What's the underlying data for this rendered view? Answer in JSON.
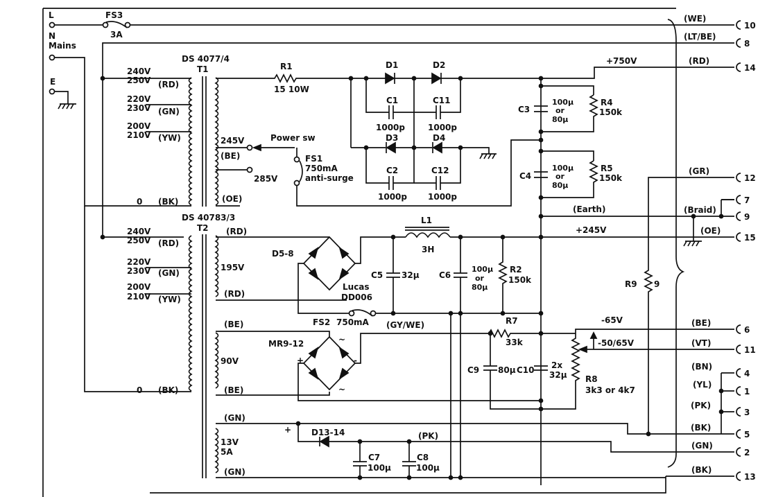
{
  "mains": {
    "L": "L",
    "N": "N",
    "mains": "Mains",
    "E": "E"
  },
  "fs3": {
    "ref": "FS3",
    "value": "3A"
  },
  "t1": {
    "part": "DS 4077/4",
    "ref": "T1",
    "taps": [
      "240V",
      "250V",
      "220V",
      "230V",
      "200V",
      "210V",
      "0"
    ],
    "colors": [
      "(RD)",
      "(GN)",
      "(YW)",
      "(BK)"
    ],
    "sec_245": "245V",
    "sec_285": "285V",
    "sec_be": "(BE)",
    "sec_oe": "(OE)"
  },
  "t2": {
    "part": "DS 40783/3",
    "ref": "T2",
    "taps": [
      "240V",
      "250V",
      "220V",
      "230V",
      "200V",
      "210V",
      "0"
    ],
    "colors": [
      "(RD)",
      "(GN)",
      "(YW)",
      "(BK)"
    ],
    "sec_rd1": "(RD)",
    "sec_195": "195V",
    "sec_rd2": "(RD)",
    "sec_be1": "(BE)",
    "sec_90": "90V",
    "sec_be2": "(BE)",
    "sec_gn1": "(GN)",
    "sec_13v": "13V",
    "sec_5a": "5A",
    "sec_gn2": "(GN)"
  },
  "power_sw": "Power sw",
  "fs1": {
    "ref": "FS1",
    "value": "750mA",
    "type": "anti-surge"
  },
  "r1": {
    "ref": "R1",
    "value": "15  10W"
  },
  "diodes": {
    "d1": "D1",
    "d2": "D2",
    "d3": "D3",
    "d4": "D4"
  },
  "caps_hv": {
    "c1": "C1",
    "c1v": "1000p",
    "c11": "C11",
    "c11v": "1000p",
    "c2": "C2",
    "c2v": "1000p",
    "c12": "C12",
    "c12v": "1000p"
  },
  "c3": {
    "ref": "C3",
    "v1": "100µ",
    "v2": "or",
    "v3": "80µ"
  },
  "c4": {
    "ref": "C4",
    "v1": "100µ",
    "v2": "or",
    "v3": "80µ"
  },
  "r4": {
    "ref": "R4",
    "value": "150k"
  },
  "r5": {
    "ref": "R5",
    "value": "150k"
  },
  "rail_750": "+750V",
  "rail_245": "+245V",
  "earth": "(Earth)",
  "l1": {
    "ref": "L1",
    "value": "3H"
  },
  "d58": "D5-8",
  "lucas": {
    "line1": "Lucas",
    "line2": "DD006"
  },
  "c5": {
    "ref": "C5",
    "value": "32µ"
  },
  "c6": {
    "ref": "C6",
    "v1": "100µ",
    "v2": "or",
    "v3": "80µ"
  },
  "r2": {
    "ref": "R2",
    "value": "150k"
  },
  "fs2": {
    "ref": "FS2",
    "value": "750mA"
  },
  "gywe": "(GY/WE)",
  "mr912": "MR9-12",
  "r7": {
    "ref": "R7",
    "value": "33k"
  },
  "c9": {
    "ref": "C9",
    "value": "80µ"
  },
  "c10": {
    "ref": "C10",
    "v1": "2x",
    "v2": "32µ"
  },
  "r8": {
    "ref": "R8",
    "value": "3k3 or 4k7"
  },
  "r9": {
    "ref": "R9",
    "value": "9"
  },
  "rail_65": "-65V",
  "rail_5065": "-50/65V",
  "d1314": "D13-14",
  "pk": "(PK)",
  "c7": {
    "ref": "C7",
    "value": "100µ"
  },
  "c8": {
    "ref": "C8",
    "value": "100µ"
  },
  "connector": [
    {
      "color": "(WE)",
      "pin": "10"
    },
    {
      "color": "(LT/BE)",
      "pin": "8"
    },
    {
      "color": "(RD)",
      "pin": "14"
    },
    {
      "color": "(GR)",
      "pin": "12"
    },
    {
      "color": "",
      "pin": "7"
    },
    {
      "color": "(Braid)",
      "pin": "9"
    },
    {
      "color": "(OE)",
      "pin": "15"
    },
    {
      "color": "(BE)",
      "pin": "6"
    },
    {
      "color": "(VT)",
      "pin": "11"
    },
    {
      "color": "(BN)",
      "pin": "4"
    },
    {
      "color": "(YL)",
      "pin": "1"
    },
    {
      "color": "(PK)",
      "pin": "3"
    },
    {
      "color": "(BK)",
      "pin": "5"
    },
    {
      "color": "(GN)",
      "pin": "2"
    },
    {
      "color": "(BK)",
      "pin": "13"
    }
  ]
}
